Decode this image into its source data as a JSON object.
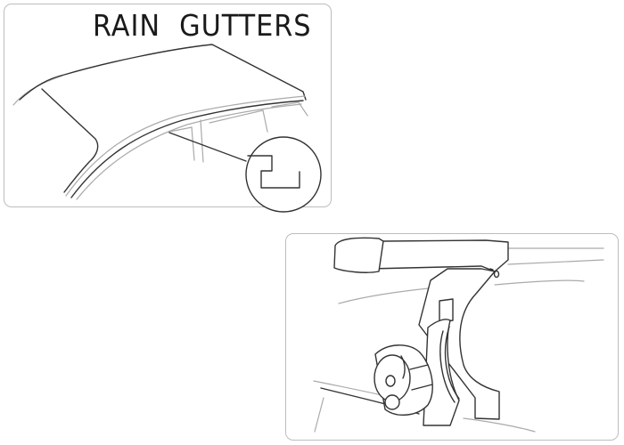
{
  "panels": [
    {
      "title": "RAIN  GUTTERS",
      "illustration": "car-roof-rain-gutter"
    },
    {
      "illustration": "roof-rack-foot-clamp"
    }
  ],
  "colors": {
    "line": "#333333",
    "border": "#bdbdbd"
  }
}
